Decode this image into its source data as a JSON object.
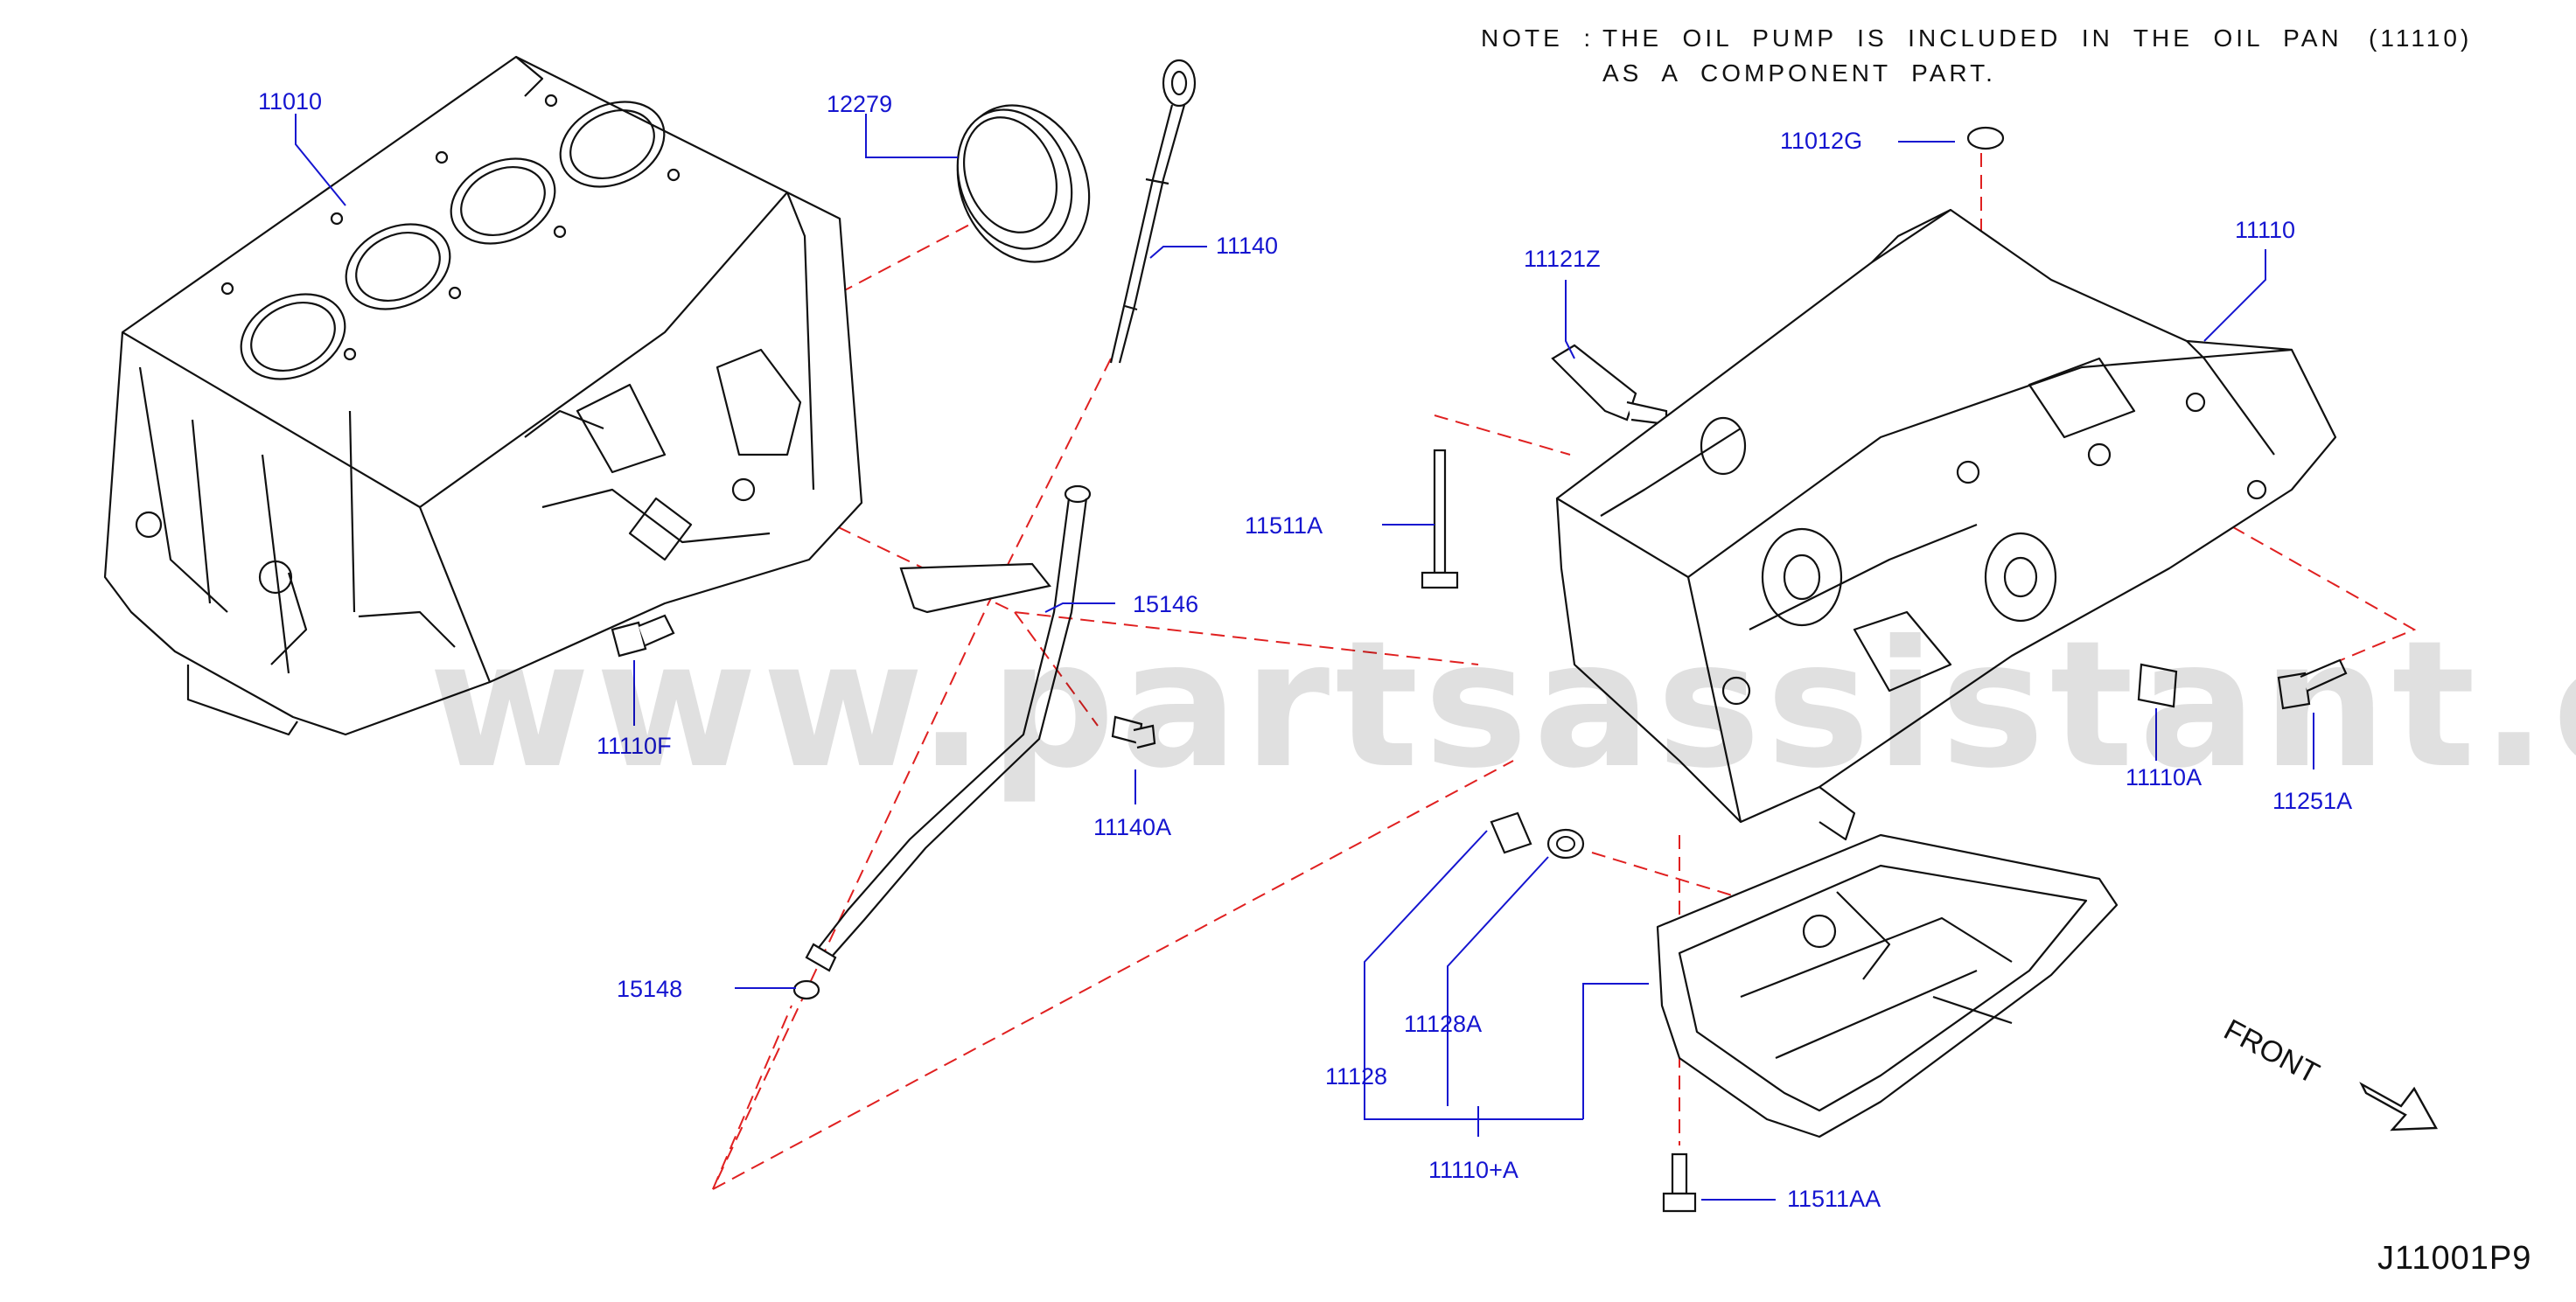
{
  "note": {
    "prefix": "NOTE  :",
    "line1": "THE  OIL  PUMP  IS  INCLUDED  IN  THE  OIL  PAN",
    "line2": "AS  A  COMPONENT  PART.",
    "ref": "(11110)"
  },
  "diagram_code": "J11001P9",
  "watermark": "www.partsassistant.com",
  "front_label": "FRONT",
  "colors": {
    "label": "#1515d0",
    "leader": "#1515d0",
    "line": "#111111",
    "phantom": "#e02020"
  },
  "labels": {
    "p11010": "11010",
    "p12279": "12279",
    "p11140": "11140",
    "p15146": "15146",
    "p11140A": "11140A",
    "p11110F": "11110F",
    "p15148": "15148",
    "p11012G": "11012G",
    "p11121Z": "11121Z",
    "p11110": "11110",
    "p11511A": "11511A",
    "p11110A": "11110A",
    "p11251A": "11251A",
    "p11128": "11128",
    "p11128A": "11128A",
    "p11110plusA": "11110+A",
    "p11511AA": "11511AA"
  }
}
